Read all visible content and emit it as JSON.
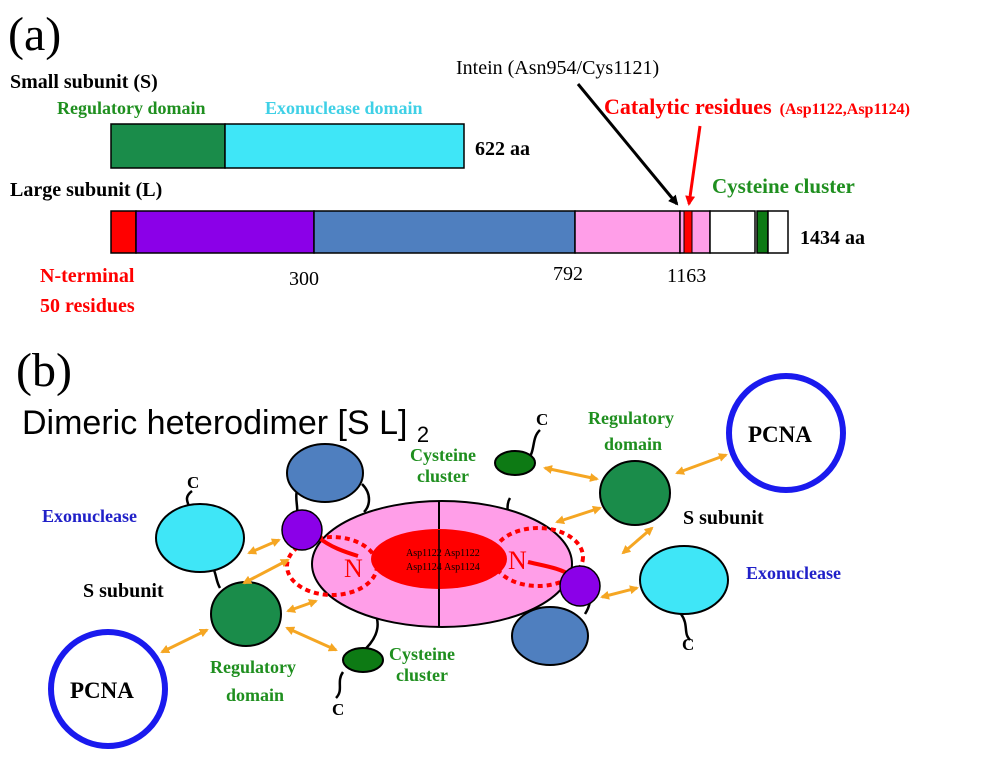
{
  "panel_a": {
    "label": "(a)",
    "small_subunit": {
      "title": "Small subunit (S)",
      "regulatory_label": "Regulatory domain",
      "exonuclease_label": "Exonuclease domain",
      "length": "622 aa"
    },
    "large_subunit": {
      "title": "Large subunit (L)",
      "length": "1434 aa",
      "nterm_line1": "N-terminal",
      "nterm_line2": "50 residues",
      "tick_300": "300",
      "tick_792": "792",
      "tick_1163": "1163",
      "intein_label": "Intein (Asn954/Cys1121)",
      "catalytic_label": "Catalytic residues",
      "catalytic_sub": "(Asp1122,Asp1124)",
      "cysteine_label": "Cysteine cluster"
    }
  },
  "panel_b": {
    "label": "(b)",
    "title_main": "Dimeric heterodimer [S L]",
    "title_sub": "2",
    "pcna": "PCNA",
    "s_subunit": "S subunit",
    "exonuclease": "Exonuclease",
    "regulatory_line1": "Regulatory",
    "regulatory_line2": "domain",
    "cysteine_line1": "Cysteine",
    "cysteine_line2": "cluster",
    "c_term": "C",
    "n_term": "N",
    "asp1122": "Asp1122",
    "asp1124": "Asp1124"
  },
  "colors": {
    "regulatory": "#1a8c4a",
    "exonuclease": "#3fe6f7",
    "nterm_red": "#ff0000",
    "purple": "#8b00e8",
    "steel_blue": "#4f7fbf",
    "pink": "#ff9ee8",
    "dark_green": "#0d7a14",
    "blue_text": "#2020c8",
    "green_text": "#1f8f1f",
    "orange": "#f5a623",
    "pcna_blue": "#1a1aee"
  }
}
